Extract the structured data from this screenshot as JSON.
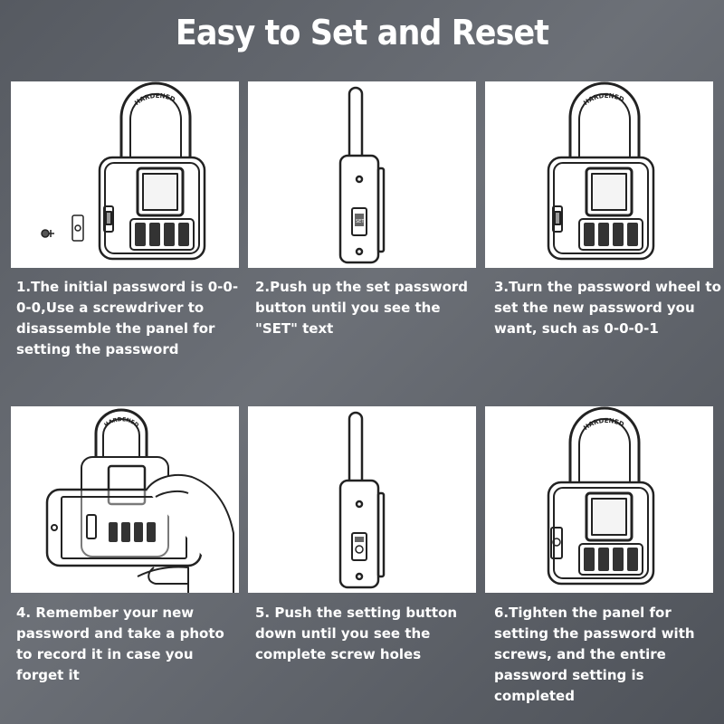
{
  "title": "Easy to Set and Reset",
  "brand_color": "#ffffff",
  "background_color": "#5f636a",
  "steps": [
    {
      "icon": "padlock-screwdriver-icon",
      "shackle_label": "HARDENED",
      "text": "1.The initial password is 0-0-0-0,Use a screwdriver to disassemble the panel for setting the password"
    },
    {
      "icon": "padlock-side-set-button-icon",
      "text": "2.Push up the set password button until you see the \"SET\" text"
    },
    {
      "icon": "padlock-turn-wheel-icon",
      "shackle_label": "HARDENED",
      "text": "3.Turn the password wheel to set the new password you want, such as 0-0-0-1"
    },
    {
      "icon": "padlock-phone-photo-icon",
      "shackle_label": "HARDENED",
      "text": "4. Remember your new password and take a photo to record it in case you forget it"
    },
    {
      "icon": "padlock-side-screw-holes-icon",
      "text": "5. Push the setting button down until you see the complete screw holes"
    },
    {
      "icon": "padlock-tighten-panel-icon",
      "shackle_label": "HARDENED",
      "text": "6.Tighten the panel for setting the password with screws, and the entire password setting is completed"
    }
  ]
}
